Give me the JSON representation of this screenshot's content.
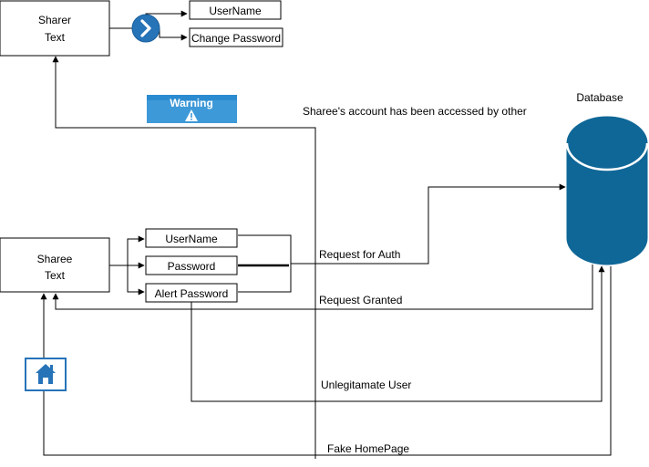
{
  "colors": {
    "accent": "#10739e",
    "database": "#0f6797",
    "warning_bar": "#2b8bd0",
    "warning_body": "#3e99d8",
    "line": "#000000"
  },
  "sharer": {
    "line1": "Sharer",
    "line2": "Text"
  },
  "sharee": {
    "line1": "Sharee",
    "line2": "Text"
  },
  "top_fields": {
    "username": "UserName",
    "change_password": "Change Password"
  },
  "login_fields": {
    "username": "UserName",
    "password": "Password",
    "alert_password": "Alert Password"
  },
  "warning": {
    "label": "Warning",
    "icon": "exclamation-icon"
  },
  "database": {
    "label": "Database"
  },
  "messages": {
    "account_accessed": "Sharee's account has been accessed by other",
    "request_auth": "Request for Auth",
    "request_granted": "Request Granted",
    "unlegitimate_user": "Unlegitamate User",
    "fake_homepage": "Fake HomePage"
  },
  "icons": {
    "forward": "chevron-right-icon",
    "home": "home-icon"
  }
}
